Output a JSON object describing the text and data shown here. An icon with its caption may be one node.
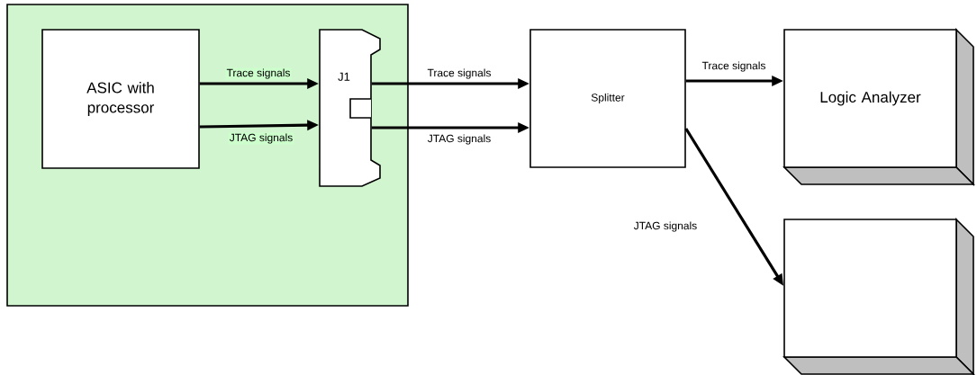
{
  "diagram": {
    "nodes": [
      {
        "text": [],
        "shape": "box"
      },
      {
        "text": [
          "ASIC with processor"
        ],
        "in": 0
      },
      {
        "text": [
          "J1"
        ],
        "in": 0
      },
      {
        "text": [
          "Splitter"
        ]
      },
      {
        "text": [
          "Logic Analyzer"
        ]
      },
      {
        "text": [],
        "shape": "box"
      }
    ],
    "edges": [
      {
        "from": 1,
        "to": 2,
        "arrow": "to",
        "label": "Trace signals"
      },
      {
        "from": 1,
        "to": 2,
        "arrow": "to",
        "label": "JTAG signals"
      },
      {
        "from": 2,
        "to": 3,
        "arrow": "to",
        "label": "Trace signals"
      },
      {
        "from": 2,
        "to": 3,
        "arrow": "to",
        "label": "JTAG signals"
      },
      {
        "from": 3,
        "to": 4,
        "arrow": "to",
        "label": "Trace signals"
      },
      {
        "from": 3,
        "to": 5,
        "arrow": "to",
        "label": "JTAG signals"
      }
    ]
  }
}
